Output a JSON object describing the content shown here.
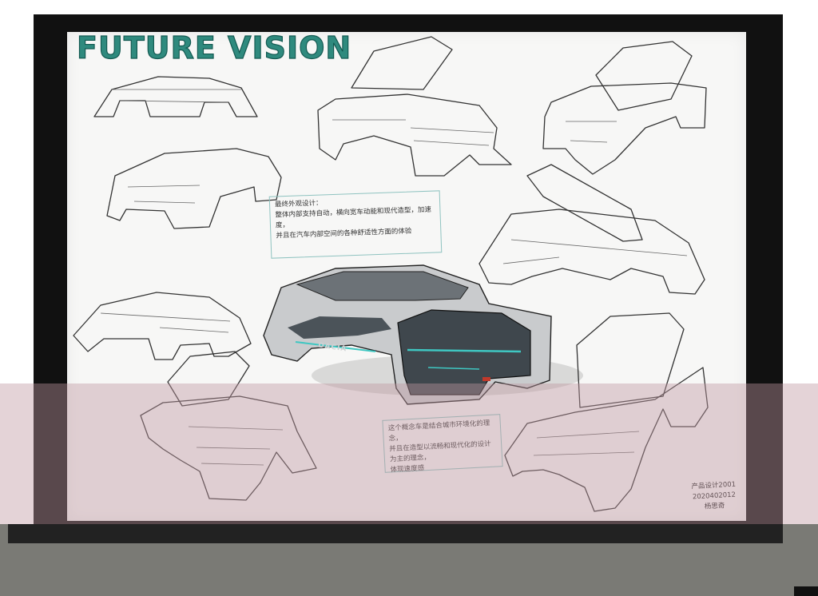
{
  "title": "FUTURE VISION",
  "badge_text": "DACIA",
  "note_top": {
    "lines": [
      "最终外观设计：",
      "整体内部支持自动，横向宽车动能和现代造型，加速度，",
      "并且在汽车内部空间的各种舒适性方面的体验"
    ]
  },
  "note_bottom": {
    "lines": [
      "这个概念车是结合城市环境化的理念，",
      "并且在造型以流畅和现代化的设计为主的理念，",
      "体现速度感"
    ]
  },
  "signature": {
    "lines": [
      "产品设计2001",
      "2020402012",
      "杨思奇"
    ]
  },
  "colors": {
    "board": "#111111",
    "paper": "#f7f7f6",
    "title_fill": "#2f8a7e",
    "accent_teal": "#3fc7c2",
    "overlay": "#be96a0"
  }
}
